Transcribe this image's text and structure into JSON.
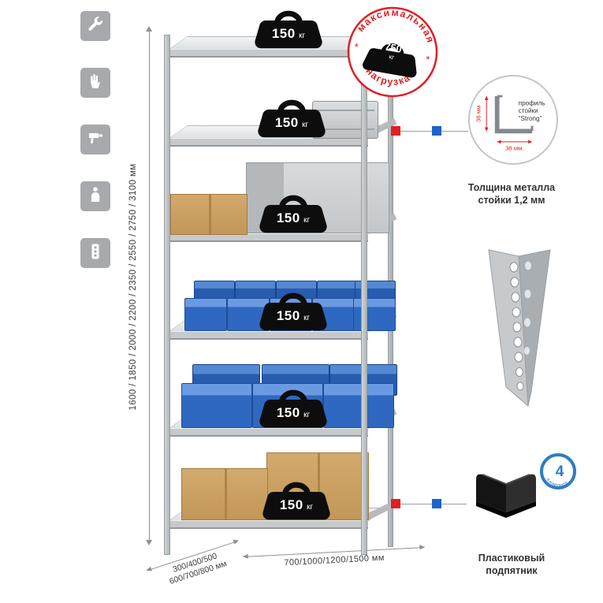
{
  "sidebar": {
    "icons": [
      "wrench-icon",
      "gloves-icon",
      "drill-icon",
      "person-icon",
      "level-icon"
    ]
  },
  "rack": {
    "shelves": [
      {
        "value": "150",
        "unit": "кг"
      },
      {
        "value": "150",
        "unit": "кг"
      },
      {
        "value": "150",
        "unit": "кг"
      },
      {
        "value": "150",
        "unit": "кг"
      },
      {
        "value": "150",
        "unit": "кг"
      },
      {
        "value": "150",
        "unit": "кг"
      }
    ]
  },
  "stamp": {
    "top": "максимальная",
    "bottom": "нагрузка",
    "value": "750",
    "unit": "кг",
    "star": "*"
  },
  "dimensions": {
    "height": "1600 / 1850 / 2000 / 2200 / 2350 / 2550 / 2750 / 3100 мм",
    "depth_line1": "300/400/500",
    "depth_line2": "600/700/800 мм",
    "width": "700/1000/1200/1500 мм"
  },
  "profile_detail": {
    "label1": "профиль",
    "label2": "стойки",
    "label3": "“Strong”",
    "dim_v": "38 мм",
    "dim_h": "38 мм.",
    "caption1": "Толщина металла",
    "caption2": "стойки 1,2 мм"
  },
  "foot_detail": {
    "badge_number": "4",
    "badge_text": "в комплекте",
    "caption1": "Пластиковый",
    "caption2": "подпятник"
  }
}
